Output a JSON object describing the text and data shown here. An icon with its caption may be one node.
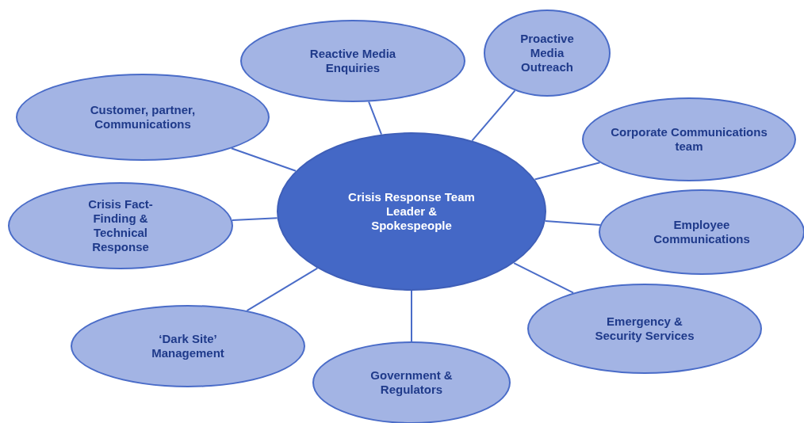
{
  "diagram": {
    "nodes": [
      {
        "text": [
          "Crisis Response Team Leader & Spokespeople"
        ]
      },
      {
        "text": [
          "Reactive Media Enquiries"
        ]
      },
      {
        "text": [
          "Proactive Media Outreach"
        ]
      },
      {
        "text": [
          "Customer, partner, Communications"
        ]
      },
      {
        "text": [
          "Corporate Communications team"
        ]
      },
      {
        "text": [
          "Crisis Fact-Finding & Technical Response"
        ]
      },
      {
        "text": [
          "Employee Communications"
        ]
      },
      {
        "text": [
          "Emergency & Security Services"
        ]
      },
      {
        "text": [
          "‘Dark Site’ Management"
        ]
      },
      {
        "text": [
          "Government & Regulators"
        ]
      }
    ],
    "edges": [
      {
        "from": 0,
        "to": 1,
        "arrow": "none"
      },
      {
        "from": 0,
        "to": 2,
        "arrow": "none"
      },
      {
        "from": 0,
        "to": 3,
        "arrow": "none"
      },
      {
        "from": 0,
        "to": 4,
        "arrow": "none"
      },
      {
        "from": 0,
        "to": 5,
        "arrow": "none"
      },
      {
        "from": 0,
        "to": 6,
        "arrow": "none"
      },
      {
        "from": 0,
        "to": 7,
        "arrow": "none"
      },
      {
        "from": 0,
        "to": 8,
        "arrow": "none"
      },
      {
        "from": 0,
        "to": 9,
        "arrow": "none"
      }
    ]
  }
}
